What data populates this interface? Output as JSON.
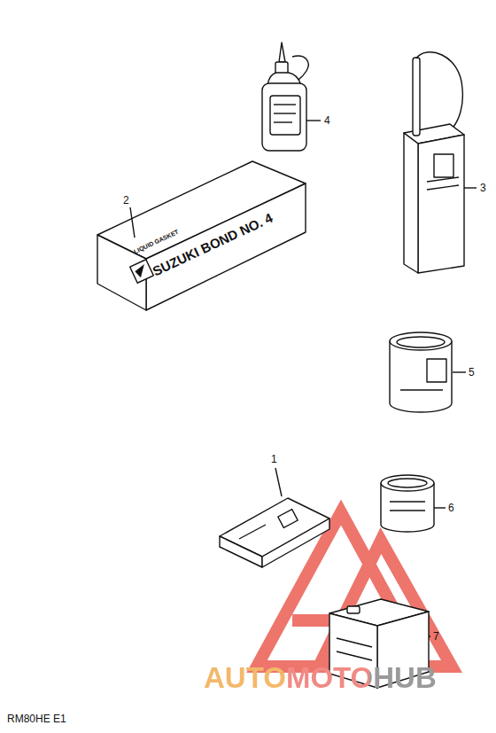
{
  "diagram": {
    "labels": [
      "4",
      "LIQUID GASKET",
      "SUZUKI BOND NO. 4",
      "2",
      "3",
      "5",
      "1",
      "6",
      "7",
      "AUTOMOTOHUB",
      "RM80HE E1"
    ]
  }
}
